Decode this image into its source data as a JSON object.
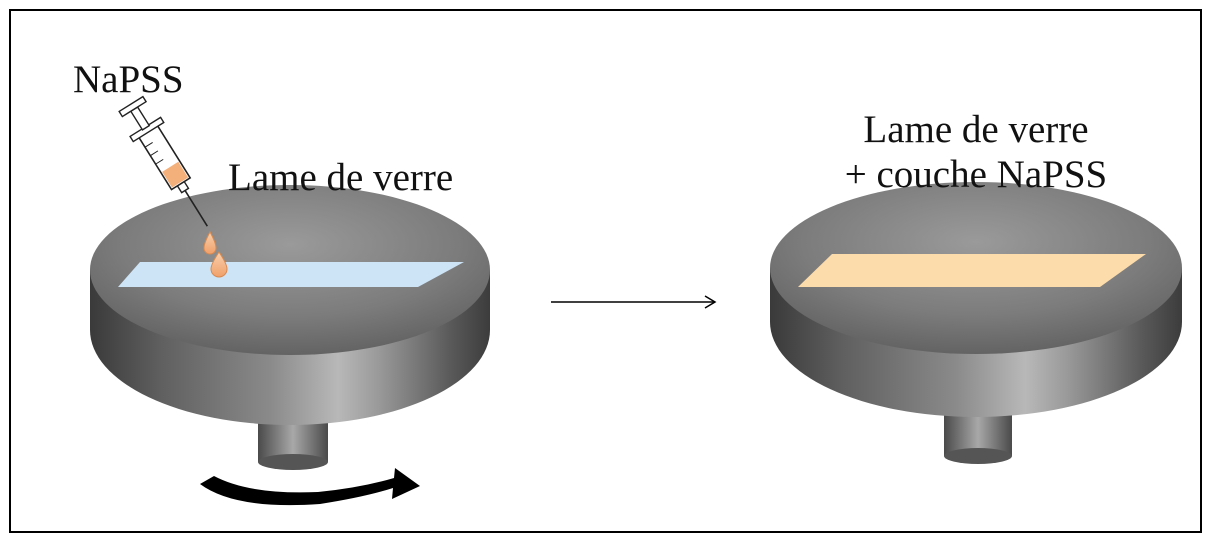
{
  "labels": {
    "reagent": "NaPSS",
    "substrate": "Lame de verre",
    "result_line1": "Lame de verre",
    "result_line2": "+ couche NaPSS"
  },
  "colors": {
    "glass_slide": "#cde3f6",
    "coated_slide": "#fddcab",
    "droplet": "#f4b07b",
    "chuck_body": "#808080",
    "arrow": "#000000"
  }
}
